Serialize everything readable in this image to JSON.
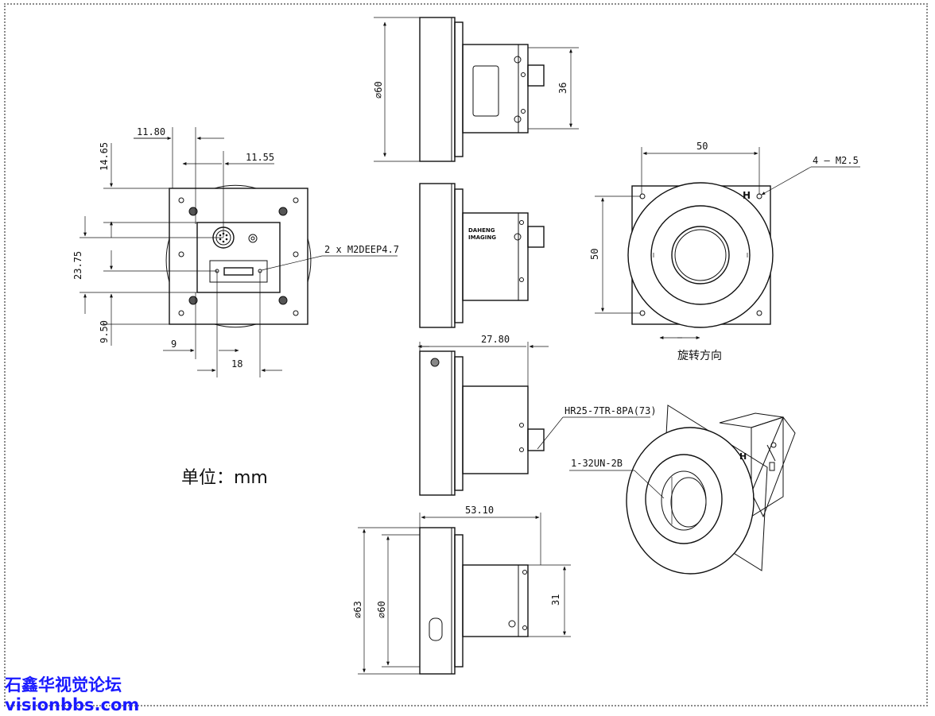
{
  "dimensions": {
    "d1180": "11.80",
    "d1465": "14.65",
    "d1155": "11.55",
    "d2375": "23.75",
    "d950": "9.50",
    "d9": "9",
    "d18": "18",
    "phi60_top": "60",
    "d36": "36",
    "d50_h": "50",
    "d50_v": "50",
    "d2780": "27.80",
    "d5310": "53.10",
    "phi63": "63",
    "phi60_bottom": "60",
    "d31": "31"
  },
  "labels": {
    "m2_holes": "4 – M2.5",
    "mounting_screws": "2 x M2DEEP4.7",
    "connector": "HR25-7TR-8PA(73)",
    "mount_thread": "1-32UN-2B",
    "h_mark": "H",
    "h_mark_iso": "H",
    "rotation_dir": "旋转方向",
    "logo_line1": "DAHENG",
    "logo_line2": "IMAGING"
  },
  "unit_label": "单位：mm",
  "watermark": {
    "line1": "石鑫华视觉论坛",
    "line2": "visionbbs.com"
  }
}
